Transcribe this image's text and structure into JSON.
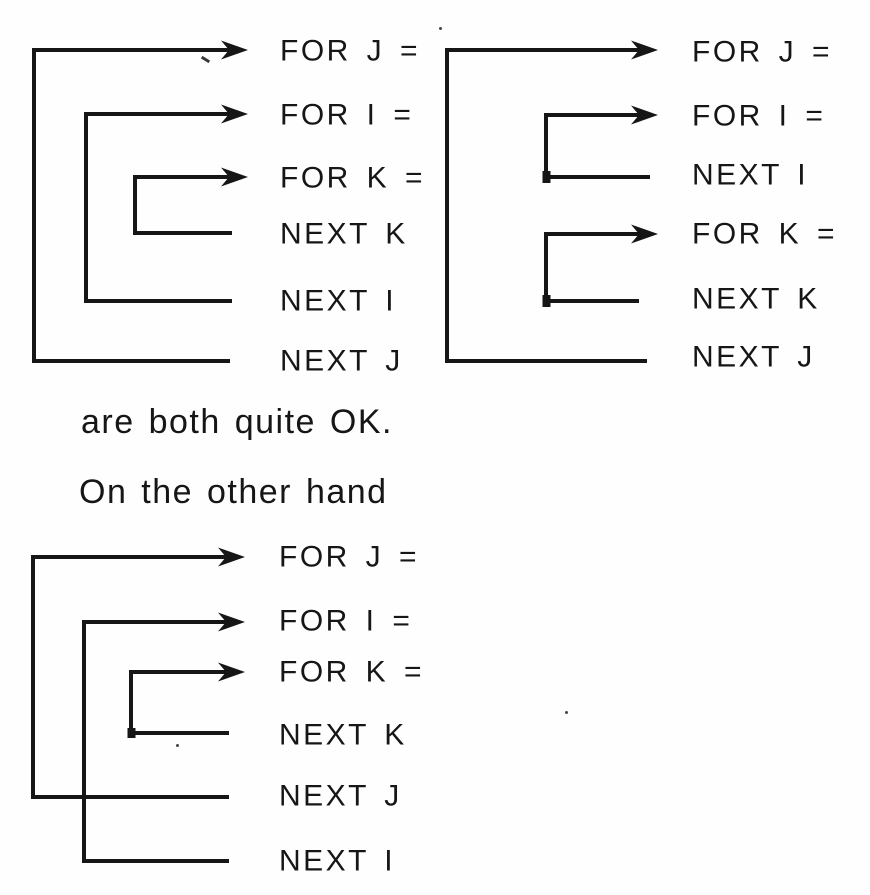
{
  "page": {
    "background": "#fefefe",
    "ink": "#161616",
    "description": "Scanned textbook page illustrating nesting of FOR/NEXT loops"
  },
  "captions": {
    "both_ok": "are both quite OK.",
    "other_hand": "On the other hand"
  },
  "diagrams": {
    "top_left": {
      "rows": [
        "FOR J =",
        "FOR I =",
        "FOR K =",
        "NEXT K",
        "NEXT I",
        "NEXT J"
      ]
    },
    "top_right": {
      "rows": [
        "FOR J =",
        "FOR I =",
        "NEXT I",
        "FOR K =",
        "NEXT K",
        "NEXT J"
      ]
    },
    "bottom": {
      "rows": [
        "FOR J =",
        "FOR I =",
        "FOR K =",
        "NEXT K",
        "NEXT J",
        "NEXT I"
      ]
    }
  }
}
